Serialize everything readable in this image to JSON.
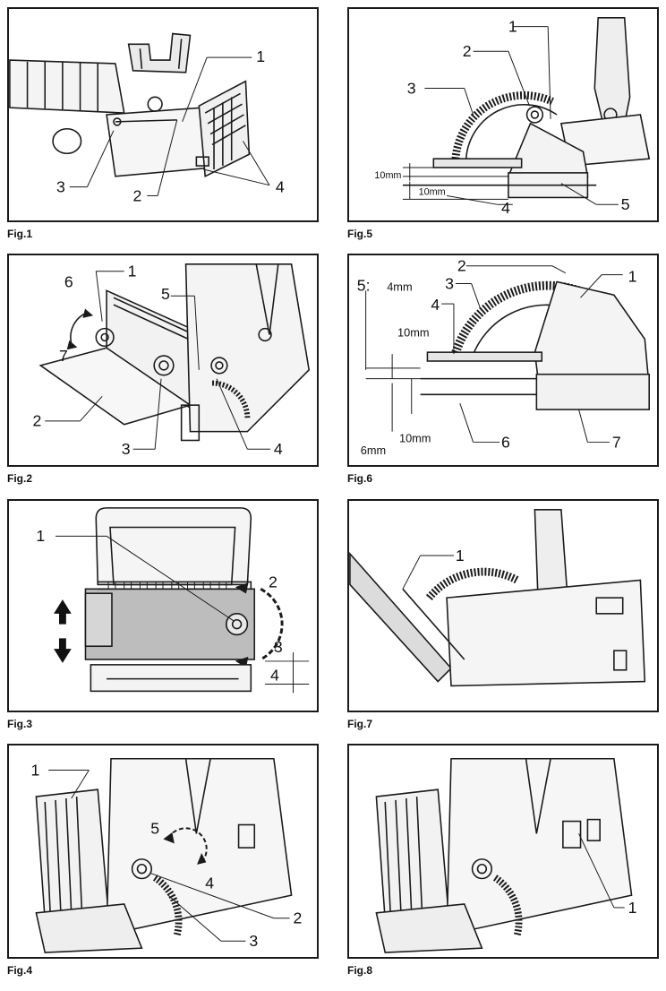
{
  "figures": [
    {
      "caption": "Fig.1",
      "labels": [
        "1",
        "2",
        "3",
        "4"
      ]
    },
    {
      "caption": "Fig.2",
      "labels": [
        "1",
        "2",
        "3",
        "4",
        "5",
        "6",
        "7"
      ]
    },
    {
      "caption": "Fig.3",
      "labels": [
        "1",
        "2",
        "3",
        "4"
      ]
    },
    {
      "caption": "Fig.4",
      "labels": [
        "1",
        "2",
        "3",
        "4",
        "5"
      ]
    },
    {
      "caption": "Fig.5",
      "labels": [
        "1",
        "2",
        "3",
        "4",
        "5"
      ],
      "dimensions": [
        "10mm",
        "10mm"
      ]
    },
    {
      "caption": "Fig.6",
      "labels": [
        "1",
        "2",
        "3",
        "4",
        "5:",
        "6",
        "7"
      ],
      "dimensions": [
        "4mm",
        "10mm",
        "10mm",
        "6mm"
      ]
    },
    {
      "caption": "Fig.7",
      "labels": [
        "1"
      ]
    },
    {
      "caption": "Fig.8",
      "labels": [
        "1"
      ]
    }
  ],
  "icons": [
    "arrow-up-icon",
    "arrow-down-icon"
  ]
}
